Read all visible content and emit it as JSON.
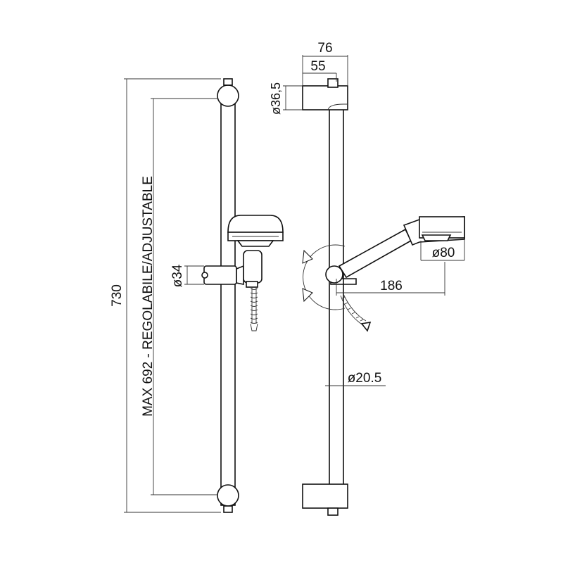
{
  "dimensions": {
    "total_height": "730",
    "adjustable": "MAX 692 - REGOLABILE/ADJUSTABLE",
    "holder_diameter": "ø34",
    "bracket_diameter": "ø36,5",
    "bracket_depth_total": "76",
    "bracket_depth_axis": "55",
    "head_diameter": "ø80",
    "head_reach": "186",
    "bar_diameter": "ø20.5"
  }
}
